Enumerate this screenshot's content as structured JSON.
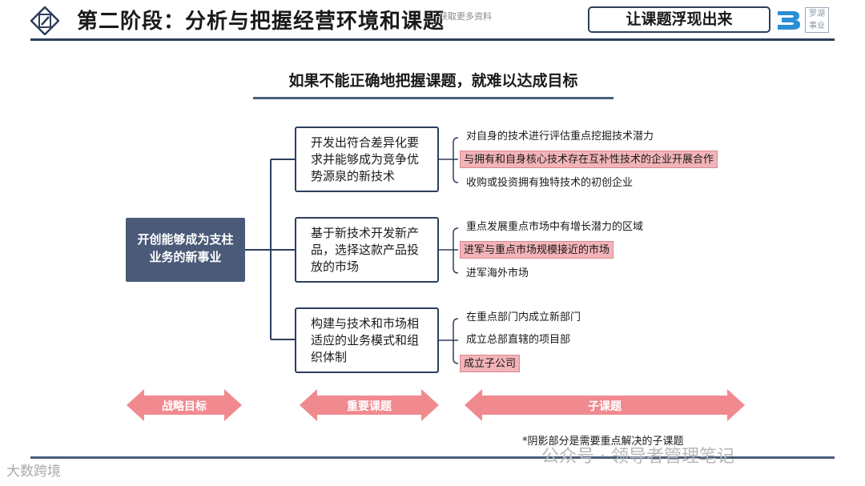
{
  "header": {
    "title": "第二阶段：分析与把握经营环境和课题",
    "watermark": "获取更多资料",
    "tag": "让课题浮现出来",
    "stamp": "罗湖\n事业"
  },
  "subtitle": "如果不能正确地把握课题，就难以达成目标",
  "goal": "开创能够成为支柱业务的新事业",
  "issues": [
    {
      "label": "开发出符合差异化要求并能够成为竞争优势源泉的新技术",
      "subs": [
        {
          "text": "对自身的技术进行评估重点挖掘技术潜力",
          "highlight": false
        },
        {
          "text": "与拥有和自身核心技术存在互补性技术的企业开展合作",
          "highlight": true
        },
        {
          "text": "收购或投资拥有独特技术的初创企业",
          "highlight": false
        }
      ]
    },
    {
      "label": "基于新技术开发新产品，选择这款产品投放的市场",
      "subs": [
        {
          "text": "重点发展重点市场中有增长潜力的区域",
          "highlight": false
        },
        {
          "text": "进军与重点市场规模接近的市场",
          "highlight": true
        },
        {
          "text": "进军海外市场",
          "highlight": false
        }
      ]
    },
    {
      "label": "构建与技术和市场相适应的业务模式和组织体制",
      "subs": [
        {
          "text": "在重点部门内成立新部门",
          "highlight": false
        },
        {
          "text": "成立总部直辖的项目部",
          "highlight": false
        },
        {
          "text": "成立子公司",
          "highlight": true
        }
      ]
    }
  ],
  "arrows": {
    "goal": "战略目标",
    "issue": "重要课题",
    "sub": "子课题"
  },
  "footnote": "*阴影部分是需要重点解决的子课题",
  "watermark_left": "大数跨境",
  "watermark_right": "公众号 · 领导者管理笔记",
  "colors": {
    "navy": "#2e3f5c",
    "goal_box": "#4a5a78",
    "highlight": "#f2b4b8",
    "arrow": "#f08a8f"
  }
}
